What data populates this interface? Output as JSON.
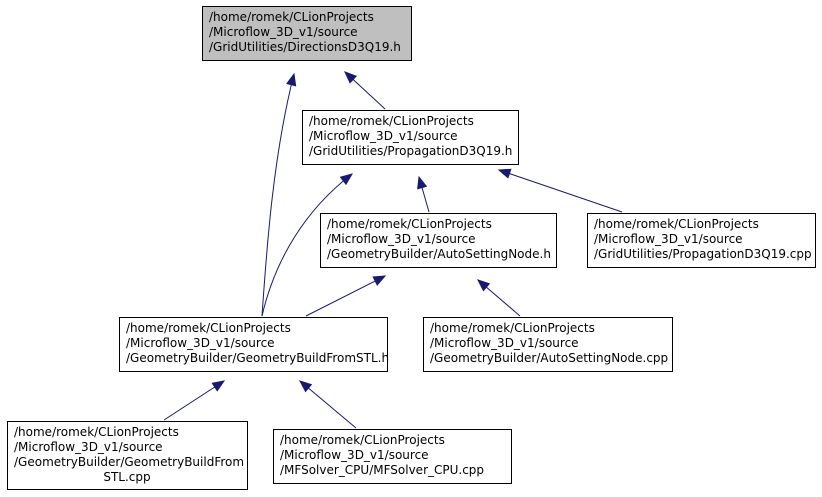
{
  "diagram": {
    "type": "include-dependency-graph",
    "nodes": [
      {
        "id": "n0",
        "lines": [
          "/home/romek/CLionProjects",
          "/Microflow_3D_v1/source",
          "/GridUtilities/DirectionsD3Q19.h"
        ],
        "highlight": true
      },
      {
        "id": "n1",
        "lines": [
          "/home/romek/CLionProjects",
          "/Microflow_3D_v1/source",
          "/GridUtilities/PropagationD3Q19.h"
        ]
      },
      {
        "id": "n2",
        "lines": [
          "/home/romek/CLionProjects",
          "/Microflow_3D_v1/source",
          "/GeometryBuilder/AutoSettingNode.h"
        ]
      },
      {
        "id": "n3",
        "lines": [
          "/home/romek/CLionProjects",
          "/Microflow_3D_v1/source",
          "/GridUtilities/PropagationD3Q19.cpp"
        ]
      },
      {
        "id": "n4",
        "lines": [
          "/home/romek/CLionProjects",
          "/Microflow_3D_v1/source",
          "/GeometryBuilder/GeometryBuildFromSTL.h"
        ]
      },
      {
        "id": "n5",
        "lines": [
          "/home/romek/CLionProjects",
          "/Microflow_3D_v1/source",
          "/GeometryBuilder/AutoSettingNode.cpp"
        ]
      },
      {
        "id": "n6",
        "lines": [
          "/home/romek/CLionProjects",
          "/Microflow_3D_v1/source",
          "/GeometryBuilder/GeometryBuildFrom",
          "STL.cpp"
        ]
      },
      {
        "id": "n7",
        "lines": [
          "/home/romek/CLionProjects",
          "/Microflow_3D_v1/source",
          "/MFSolver_CPU/MFSolver_CPU.cpp"
        ]
      }
    ],
    "edges": [
      {
        "from": "n1",
        "to": "n0"
      },
      {
        "from": "n4",
        "to": "n0"
      },
      {
        "from": "n2",
        "to": "n1"
      },
      {
        "from": "n3",
        "to": "n1"
      },
      {
        "from": "n4",
        "to": "n1"
      },
      {
        "from": "n4",
        "to": "n2"
      },
      {
        "from": "n5",
        "to": "n2"
      },
      {
        "from": "n6",
        "to": "n4"
      },
      {
        "from": "n7",
        "to": "n4"
      }
    ],
    "colors": {
      "edge": "#191970",
      "highlight_fill": "#bfbfbf",
      "box_stroke": "#000000"
    }
  }
}
